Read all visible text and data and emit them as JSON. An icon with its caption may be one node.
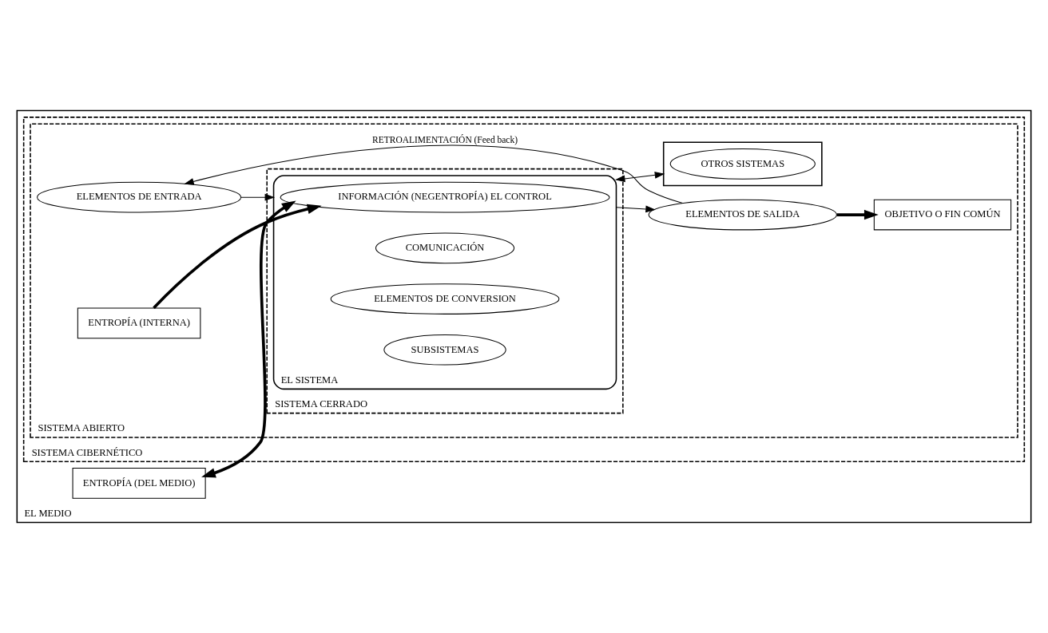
{
  "diagram": {
    "nodes": [
      {
        "text": [
          "EL MEDIO"
        ]
      },
      {
        "text": [
          "SISTEMA CIBERNÉTICO"
        ],
        "in": 0
      },
      {
        "text": [
          "SISTEMA ABIERTO"
        ],
        "in": 1
      },
      {
        "text": [
          "SISTEMA CERRADO"
        ],
        "in": 2
      },
      {
        "text": [
          "EL SISTEMA"
        ],
        "in": 3
      },
      {
        "text": [
          "INFORMACIÓN (NEGENTROPÍA) EL CONTROL"
        ],
        "in": 4
      },
      {
        "text": [
          "COMUNICACIÓN"
        ],
        "in": 4
      },
      {
        "text": [
          "ELEMENTOS DE CONVERSION"
        ],
        "in": 4
      },
      {
        "text": [
          "SUBSISTEMAS"
        ],
        "in": 4
      },
      {
        "text": [
          "ELEMENTOS DE ENTRADA"
        ],
        "in": 2
      },
      {
        "text": [
          "ELEMENTOS DE SALIDA"
        ],
        "in": 2
      },
      {
        "text": [
          "ENTROPÍA (INTERNA)"
        ],
        "in": 2
      },
      {
        "text": [
          "ENTROPÍA (DEL MEDIO)"
        ],
        "in": 0
      },
      {
        "text": [
          "OBJETIVO O FIN COMÚN"
        ],
        "in": 2
      },
      {
        "text": [],
        "shape": "box",
        "in": 2
      },
      {
        "text": [
          "OTROS SISTEMAS"
        ],
        "in": 14
      }
    ],
    "edges": [
      {
        "from": 9,
        "to": 4,
        "arrow": "to"
      },
      {
        "from": 4,
        "to": 10,
        "arrow": "to"
      },
      {
        "from": 10,
        "to": 13,
        "arrow": "to",
        "style": "thick"
      },
      {
        "from": 10,
        "to": 9,
        "arrow": "to",
        "label": "RETROALIMENTACIÓN (Feed back)"
      },
      {
        "from": 12,
        "to": 5,
        "arrow": "both",
        "style": "thick"
      },
      {
        "from": 11,
        "to": 5,
        "arrow": "to",
        "style": "thick"
      },
      {
        "from": 4,
        "to": 14,
        "arrow": "both"
      }
    ]
  }
}
